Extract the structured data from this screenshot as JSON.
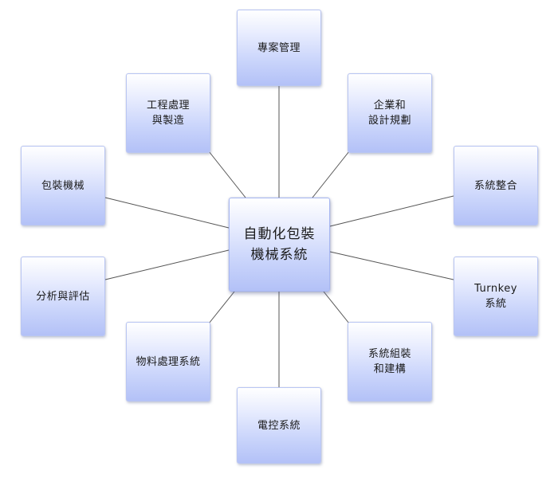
{
  "center": {
    "label": "自動化包裝\n機械系統"
  },
  "nodes": {
    "project_management": {
      "label": "專案管理"
    },
    "engineering": {
      "label": "工程處理\n與製造"
    },
    "planning": {
      "label": "企業和\n設計規劃"
    },
    "packaging_machinery": {
      "label": "包裝機械"
    },
    "system_integration": {
      "label": "系統整合"
    },
    "analysis": {
      "label": "分析與評估"
    },
    "turnkey": {
      "label": "Turnkey\n系統"
    },
    "material_handling": {
      "label": "物料處理系統"
    },
    "assembly": {
      "label": "系統組裝\n和建構"
    },
    "electrical_control": {
      "label": "電控系統"
    }
  },
  "colors": {
    "connector": "#555555",
    "box_top": "#ffffff",
    "box_bottom": "#b3c1f7",
    "box_border": "#b9c6f3"
  }
}
